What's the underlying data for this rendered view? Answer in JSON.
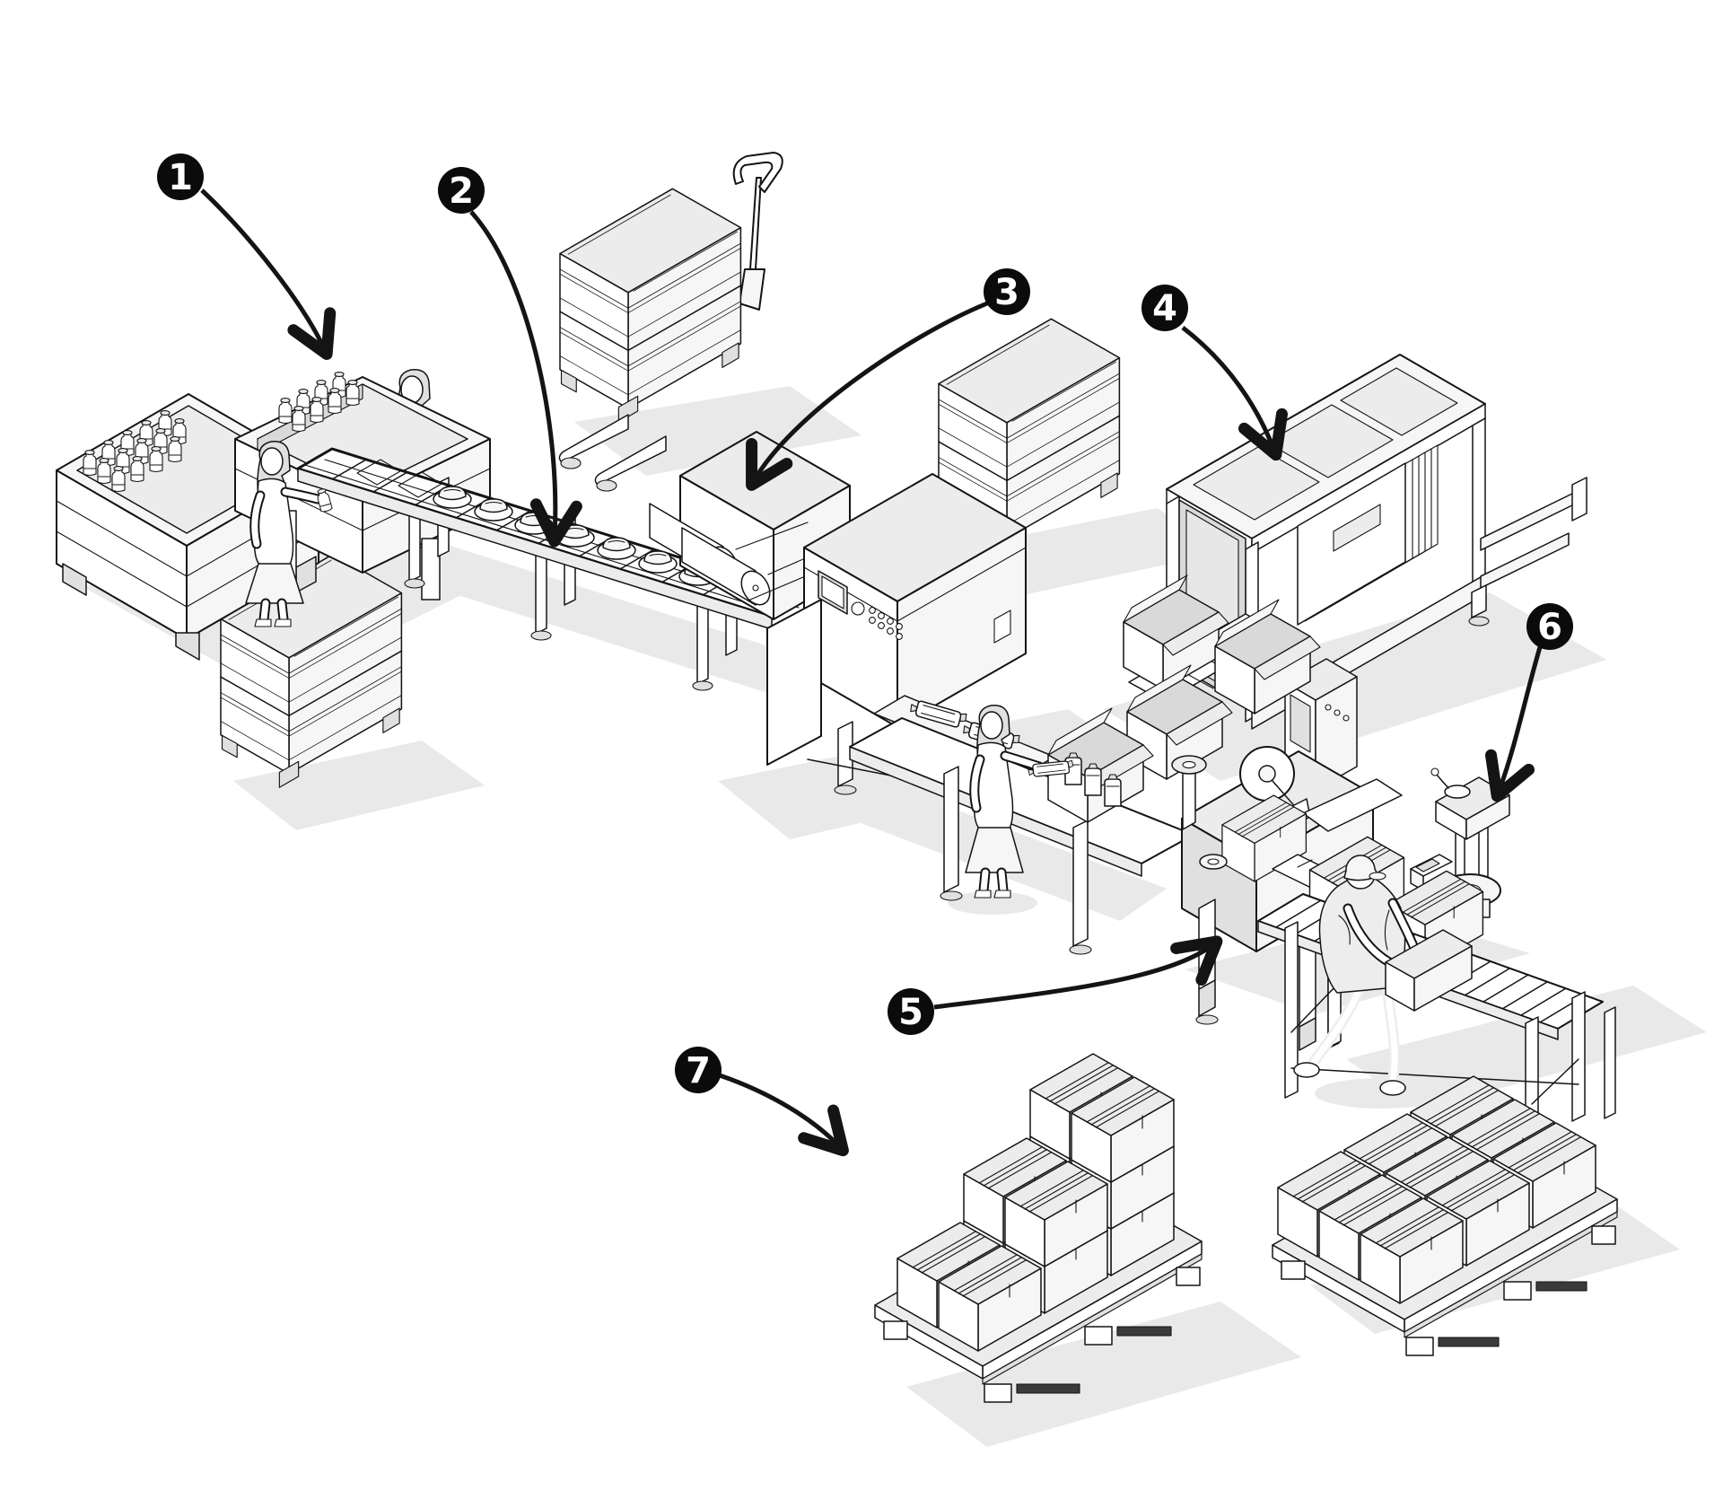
{
  "colors": {
    "background": "#ffffff",
    "ink": "#141414",
    "badge_bg": "#0b0b0b",
    "badge_text": "#ffffff",
    "surface": "#ffffff",
    "surface_top": "#ececec",
    "surface_side": "#e0e0e0",
    "shadow": "#e9e9e9"
  },
  "callouts": [
    {
      "number": "1",
      "target": "manual-jar-loading-station"
    },
    {
      "number": "2",
      "target": "infeed-conveyor"
    },
    {
      "number": "3",
      "target": "flow-wrapping-machine"
    },
    {
      "number": "4",
      "target": "carton-erecting-machine"
    },
    {
      "number": "5",
      "target": "case-packing-sealing-bench"
    },
    {
      "number": "6",
      "target": "tape-dispenser-stand"
    },
    {
      "number": "7",
      "target": "palletized-finished-goods"
    }
  ]
}
